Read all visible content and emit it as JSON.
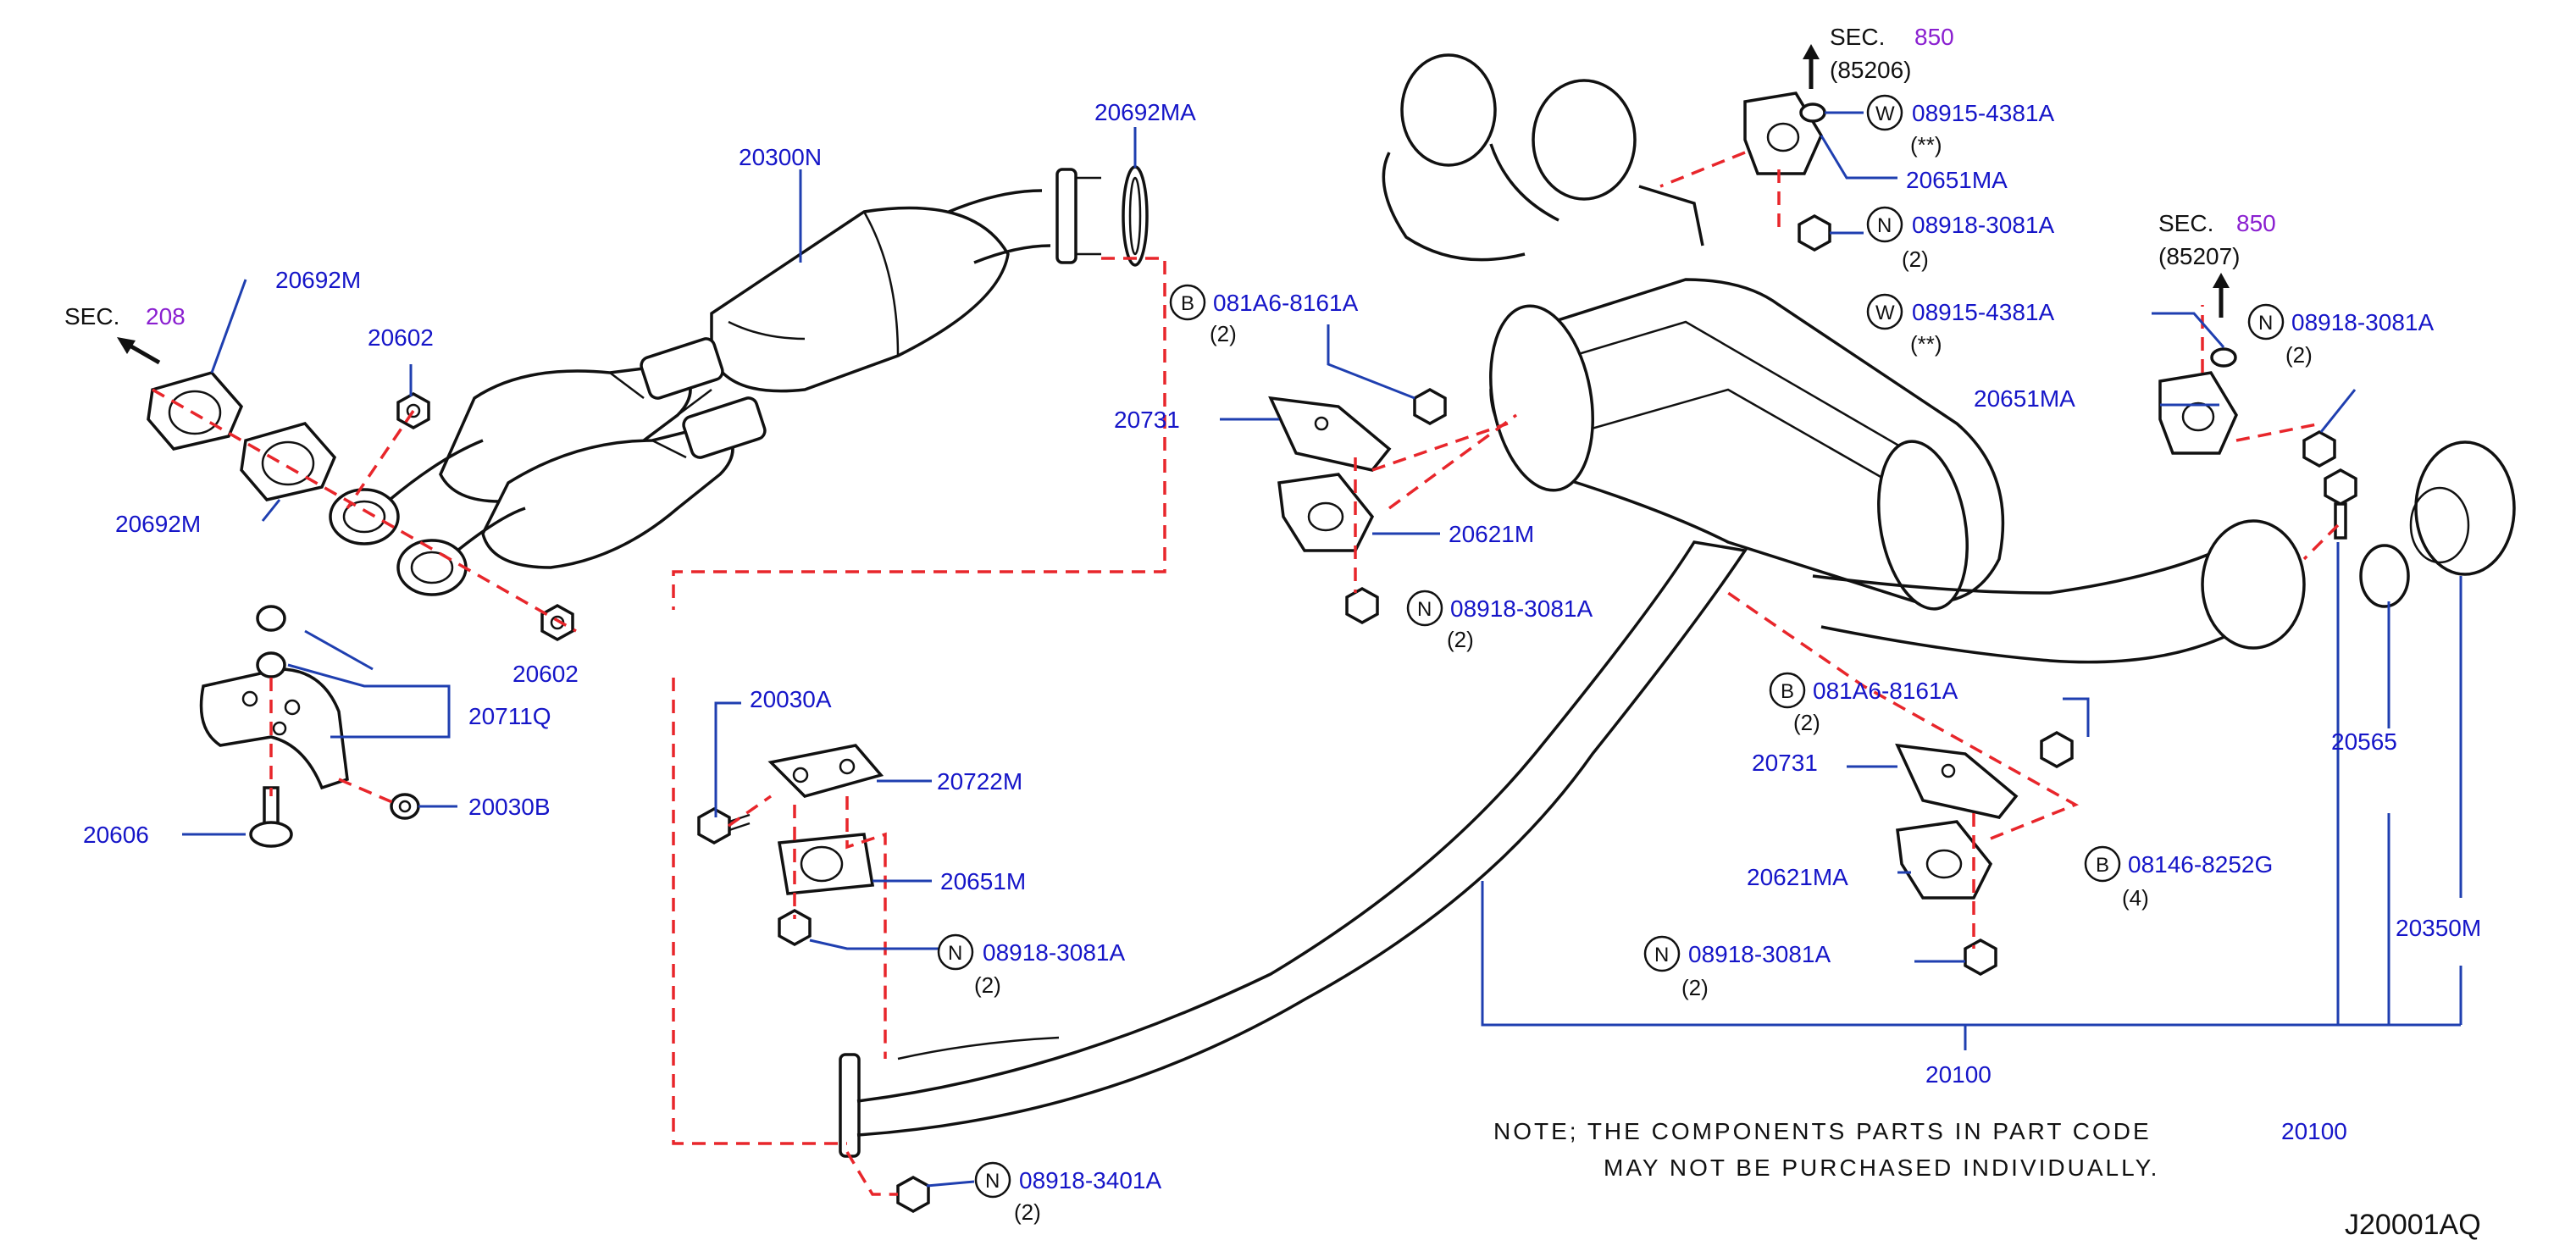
{
  "parts": {
    "p_20300N": "20300N",
    "p_20692MA": "20692MA",
    "p_20692M_top": "20692M",
    "p_20692M_left": "20692M",
    "p_20602_top": "20602",
    "p_20602_bottom": "20602",
    "p_20711Q": "20711Q",
    "p_20606": "20606",
    "p_20030B": "20030B",
    "p_20030A": "20030A",
    "p_20722M": "20722M",
    "p_20651M": "20651M",
    "p_20731_top": "20731",
    "p_20731_bottom": "20731",
    "p_20621M": "20621M",
    "p_20621MA": "20621MA",
    "p_20651MA_top": "20651MA",
    "p_20651MA_mid": "20651MA",
    "p_20565": "20565",
    "p_20350M": "20350M",
    "p_20100_bottom": "20100",
    "p_20100_note": "20100"
  },
  "fasteners": [
    {
      "id": "b_081A6_top",
      "letter": "B",
      "code": "081A6-8161A",
      "qty": "(2)"
    },
    {
      "id": "n_08918_mid",
      "letter": "N",
      "code": "08918-3081A",
      "qty": "(2)"
    },
    {
      "id": "b_081A6_right",
      "letter": "B",
      "code": "081A6-8161A",
      "qty": "(2)"
    },
    {
      "id": "n_08918_left",
      "letter": "N",
      "code": "08918-3081A",
      "qty": "(2)"
    },
    {
      "id": "n_08918_3401A",
      "letter": "N",
      "code": "08918-3401A",
      "qty": "(2)"
    },
    {
      "id": "w_08915_top",
      "letter": "W",
      "code": "08915-4381A",
      "qty": "(**)"
    },
    {
      "id": "n_08918_top",
      "letter": "N",
      "code": "08918-3081A",
      "qty": "(2)"
    },
    {
      "id": "w_08915_mid",
      "letter": "W",
      "code": "08915-4381A",
      "qty": "(**)"
    },
    {
      "id": "n_08918_right",
      "letter": "N",
      "code": "08918-3081A",
      "qty": "(2)"
    },
    {
      "id": "n_08918_lower",
      "letter": "N",
      "code": "08918-3081A",
      "qty": "(2)"
    },
    {
      "id": "b_08146",
      "letter": "B",
      "code": "08146-8252G",
      "qty": "(4)"
    }
  ],
  "sections": {
    "sec_208": {
      "prefix": "SEC.",
      "number": "208"
    },
    "sec_850_top": {
      "prefix": "SEC.",
      "number": "850",
      "ref": "(85206)"
    },
    "sec_850_right": {
      "prefix": "SEC.",
      "number": "850",
      "ref": "(85207)"
    }
  },
  "note": {
    "line1": "NOTE;  THE  COMPONENTS  PARTS  IN  PART  CODE",
    "line2": "MAY  NOT  BE  PURCHASED  INDIVIDUALLY."
  },
  "diagram_code": "J20001AQ",
  "colors": {
    "part_label": "#1515c8",
    "section_number": "#8a1fd0",
    "leader_line": "#1f3fb0",
    "dashed_line": "#e8262b",
    "outline": "#111111"
  }
}
